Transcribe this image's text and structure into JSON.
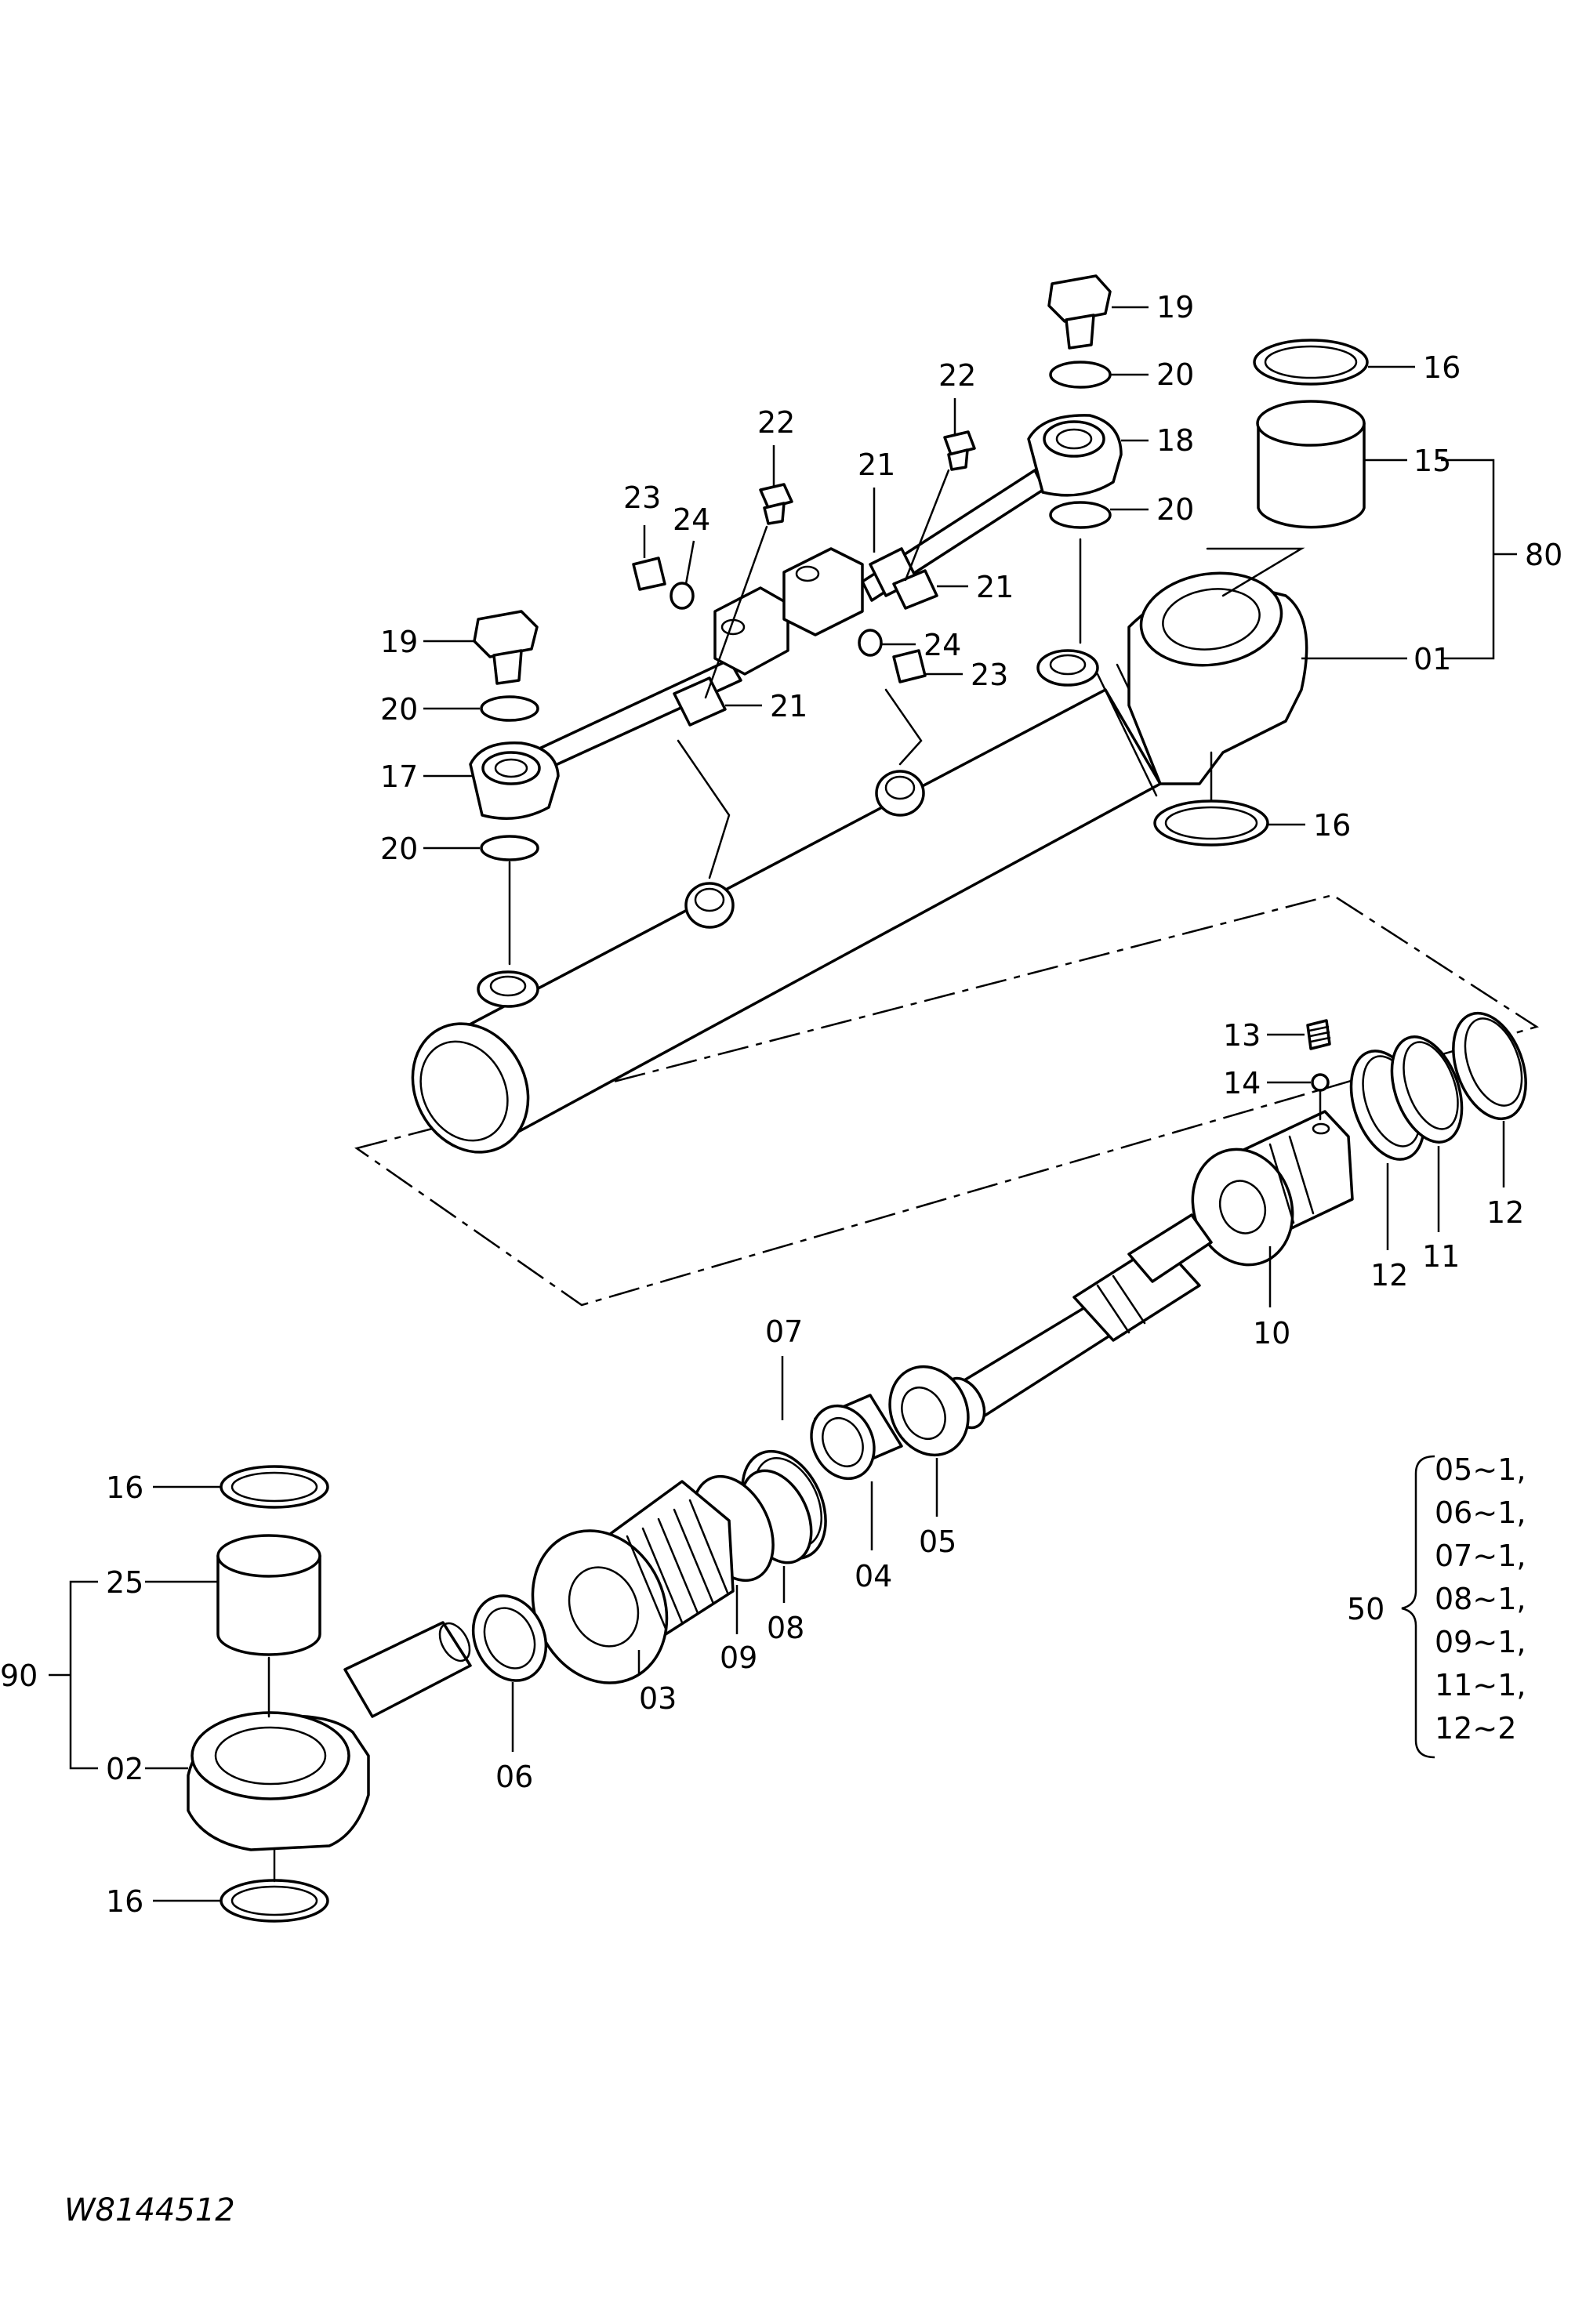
{
  "drawing_code": "W8144512",
  "callouts": {
    "c19a": "19",
    "c20a": "20",
    "c18": "18",
    "c20b": "20",
    "c22a": "22",
    "c22b": "22",
    "c21a": "21",
    "c21b": "21",
    "c21c": "21",
    "c23a": "23",
    "c24a": "24",
    "c24b": "24",
    "c23b": "23",
    "c19b": "19",
    "c20c": "20",
    "c17": "17",
    "c20d": "20",
    "c16a": "16",
    "c15": "15",
    "c80": "80",
    "c01": "01",
    "c16b": "16",
    "c13": "13",
    "c14": "14",
    "c12a": "12",
    "c12b": "12",
    "c11": "11",
    "c10": "10",
    "c07": "07",
    "c04": "04",
    "c05": "05",
    "c08": "08",
    "c09": "09",
    "c03": "03",
    "c06": "06",
    "c16c": "16",
    "c25": "25",
    "c90": "90",
    "c02": "02",
    "c16d": "16"
  },
  "kit": {
    "number": "50",
    "items": [
      "05~1,",
      "06~1,",
      "07~1,",
      "08~1,",
      "09~1,",
      "11~1,",
      "12~2"
    ]
  }
}
